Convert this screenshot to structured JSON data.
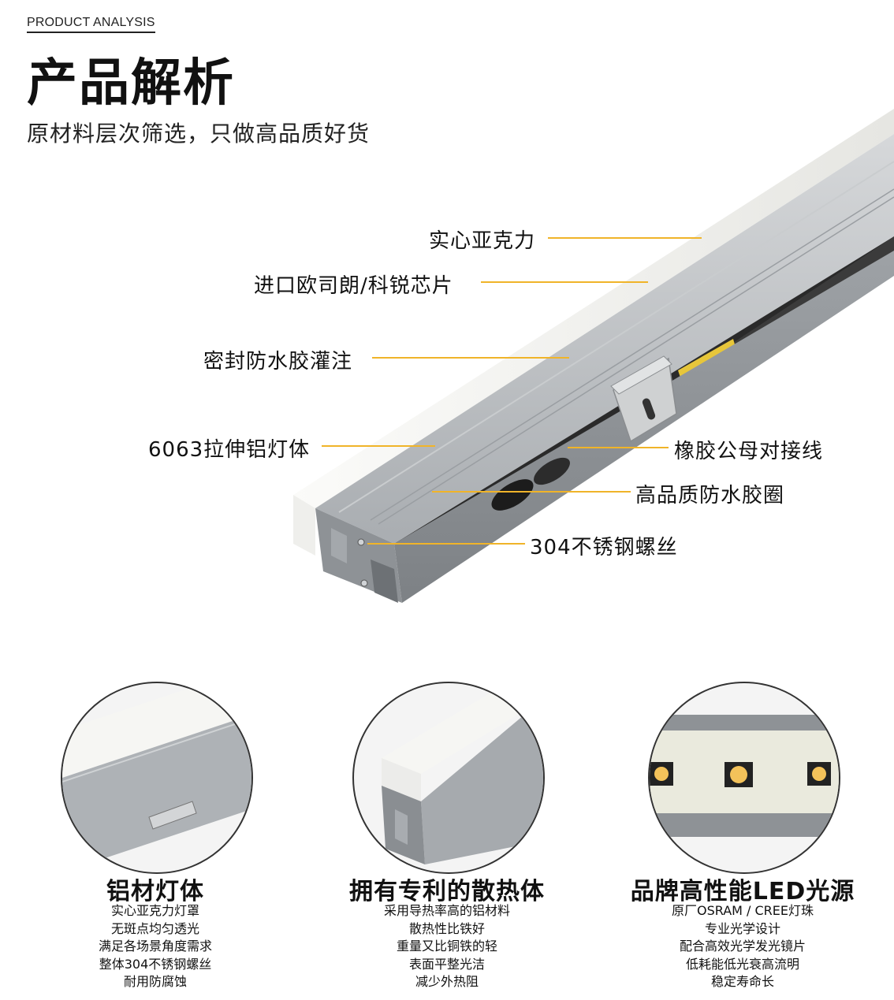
{
  "header": {
    "label_en": "PRODUCT ANALYSIS",
    "title": "产品解析",
    "subtitle": "原材料层次筛选，只做高品质好货"
  },
  "callouts": [
    {
      "id": "acrylic",
      "text": "实心亚克力"
    },
    {
      "id": "chip",
      "text": "进口欧司朗/科锐芯片"
    },
    {
      "id": "glue",
      "text": "密封防水胶灌注"
    },
    {
      "id": "body",
      "text": "6063拉伸铝灯体"
    },
    {
      "id": "connector",
      "text": "橡胶公母对接线"
    },
    {
      "id": "ring",
      "text": "高品质防水胶圈"
    },
    {
      "id": "screw",
      "text": "304不锈钢螺丝"
    }
  ],
  "features": [
    {
      "title": "铝材灯体",
      "lines": [
        "实心亚克力灯罩",
        "无斑点均匀透光",
        "满足各场景角度需求",
        "整体304不锈钢螺丝",
        "耐用防腐蚀"
      ]
    },
    {
      "title": "拥有专利的散热体",
      "lines": [
        "采用导热率高的铝材料",
        "散热性比铁好",
        "重量又比铜铁的轻",
        "表面平整光洁",
        "减少外热阻"
      ]
    },
    {
      "title": "品牌高性能LED光源",
      "lines": [
        "原厂OSRAM / CREE灯珠",
        "专业光学设计",
        "配合高效光学发光镜片",
        "低耗能低光衰高流明",
        "稳定寿命长"
      ]
    }
  ],
  "colors": {
    "accent_line": "#f0b429",
    "aluminium": "#b8bcc0",
    "acrylic": "#f3f3f0",
    "text": "#111111"
  }
}
